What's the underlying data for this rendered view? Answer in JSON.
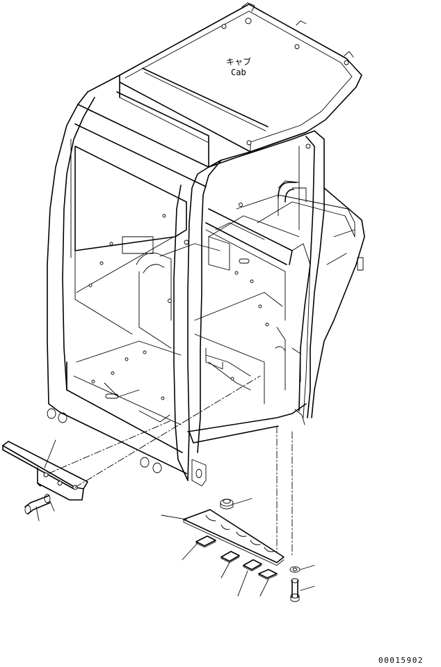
{
  "cab_label": {
    "japanese": "キャブ",
    "english": "Cab"
  },
  "drawing_number": "00015902"
}
